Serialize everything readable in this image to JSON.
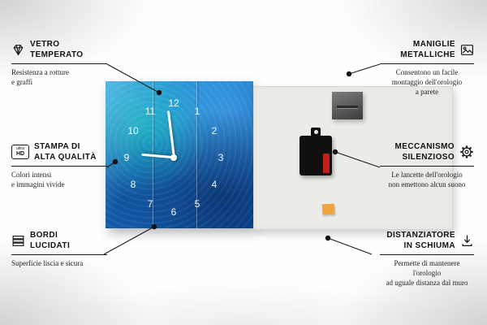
{
  "clock": {
    "numbers": [
      "1",
      "2",
      "3",
      "4",
      "5",
      "6",
      "7",
      "8",
      "9",
      "10",
      "11",
      "12"
    ]
  },
  "callouts": {
    "tempered_glass": {
      "title": "VETRO\nTEMPERATO",
      "subtitle": "Resistenza a rotture\ne graffi"
    },
    "print_quality": {
      "title": "STAMPA DI\nALTA QUALITÀ",
      "subtitle": "Colori intensi\ne immagini vivide",
      "icon_top": "ultra",
      "icon_bottom": "HD"
    },
    "polished_edges": {
      "title": "BORDI\nLUCIDATI",
      "subtitle": "Superficie liscia e sicura"
    },
    "metal_handles": {
      "title": "MANIGLIE\nMETALLICHE",
      "subtitle": "Consentono un facile\nmontaggio dell'orologio\na parete"
    },
    "silent_mechanism": {
      "title": "MECCANISMO\nSILENZIOSO",
      "subtitle": "Le lancette dell'orologio\nnon emettono alcun suono"
    },
    "foam_spacer": {
      "title": "DISTANZIATORE\nIN SCHIUMA",
      "subtitle": "Permette di mantenere l'orologio\nad uguale distanza dal muro"
    }
  },
  "colors": {
    "clock_blue": "#1976c8",
    "accent_teal": "#20d8be",
    "spacer_orange": "#f2a43a",
    "line_black": "#1a1a1a",
    "back_panel": "#ebebe7"
  }
}
